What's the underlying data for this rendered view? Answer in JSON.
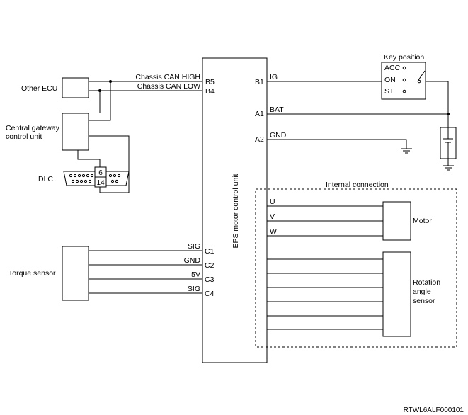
{
  "diagram": {
    "components": {
      "other_ecu": "Other ECU",
      "central_gateway_line1": "Central gateway",
      "central_gateway_line2": "control unit",
      "dlc": "DLC",
      "torque_sensor": "Torque sensor",
      "eps_unit": "EPS motor control unit",
      "key_position": "Key position",
      "internal_connection": "Internal connection",
      "motor": "Motor",
      "rotation_line1": "Rotation",
      "rotation_line2": "angle",
      "rotation_line3": "sensor"
    },
    "dlc_pins": {
      "top": "6",
      "bottom": "14"
    },
    "can_wires": {
      "high": {
        "label": "Chassis CAN HIGH",
        "pin": "B5"
      },
      "low": {
        "label": "Chassis CAN LOW",
        "pin": "B4"
      }
    },
    "torque_pins": [
      {
        "signal": "SIG",
        "pin": "C1"
      },
      {
        "signal": "GND",
        "pin": "C2"
      },
      {
        "signal": "5V",
        "pin": "C3"
      },
      {
        "signal": "SIG",
        "pin": "C4"
      }
    ],
    "power_pins": [
      {
        "pin": "B1",
        "signal": "IG"
      },
      {
        "pin": "A1",
        "signal": "BAT"
      },
      {
        "pin": "A2",
        "signal": "GND"
      }
    ],
    "key_positions": [
      "ACC",
      "ON",
      "ST"
    ],
    "motor_phases": [
      "U",
      "V",
      "W"
    ],
    "footer_code": "RTWL6ALF000101"
  }
}
